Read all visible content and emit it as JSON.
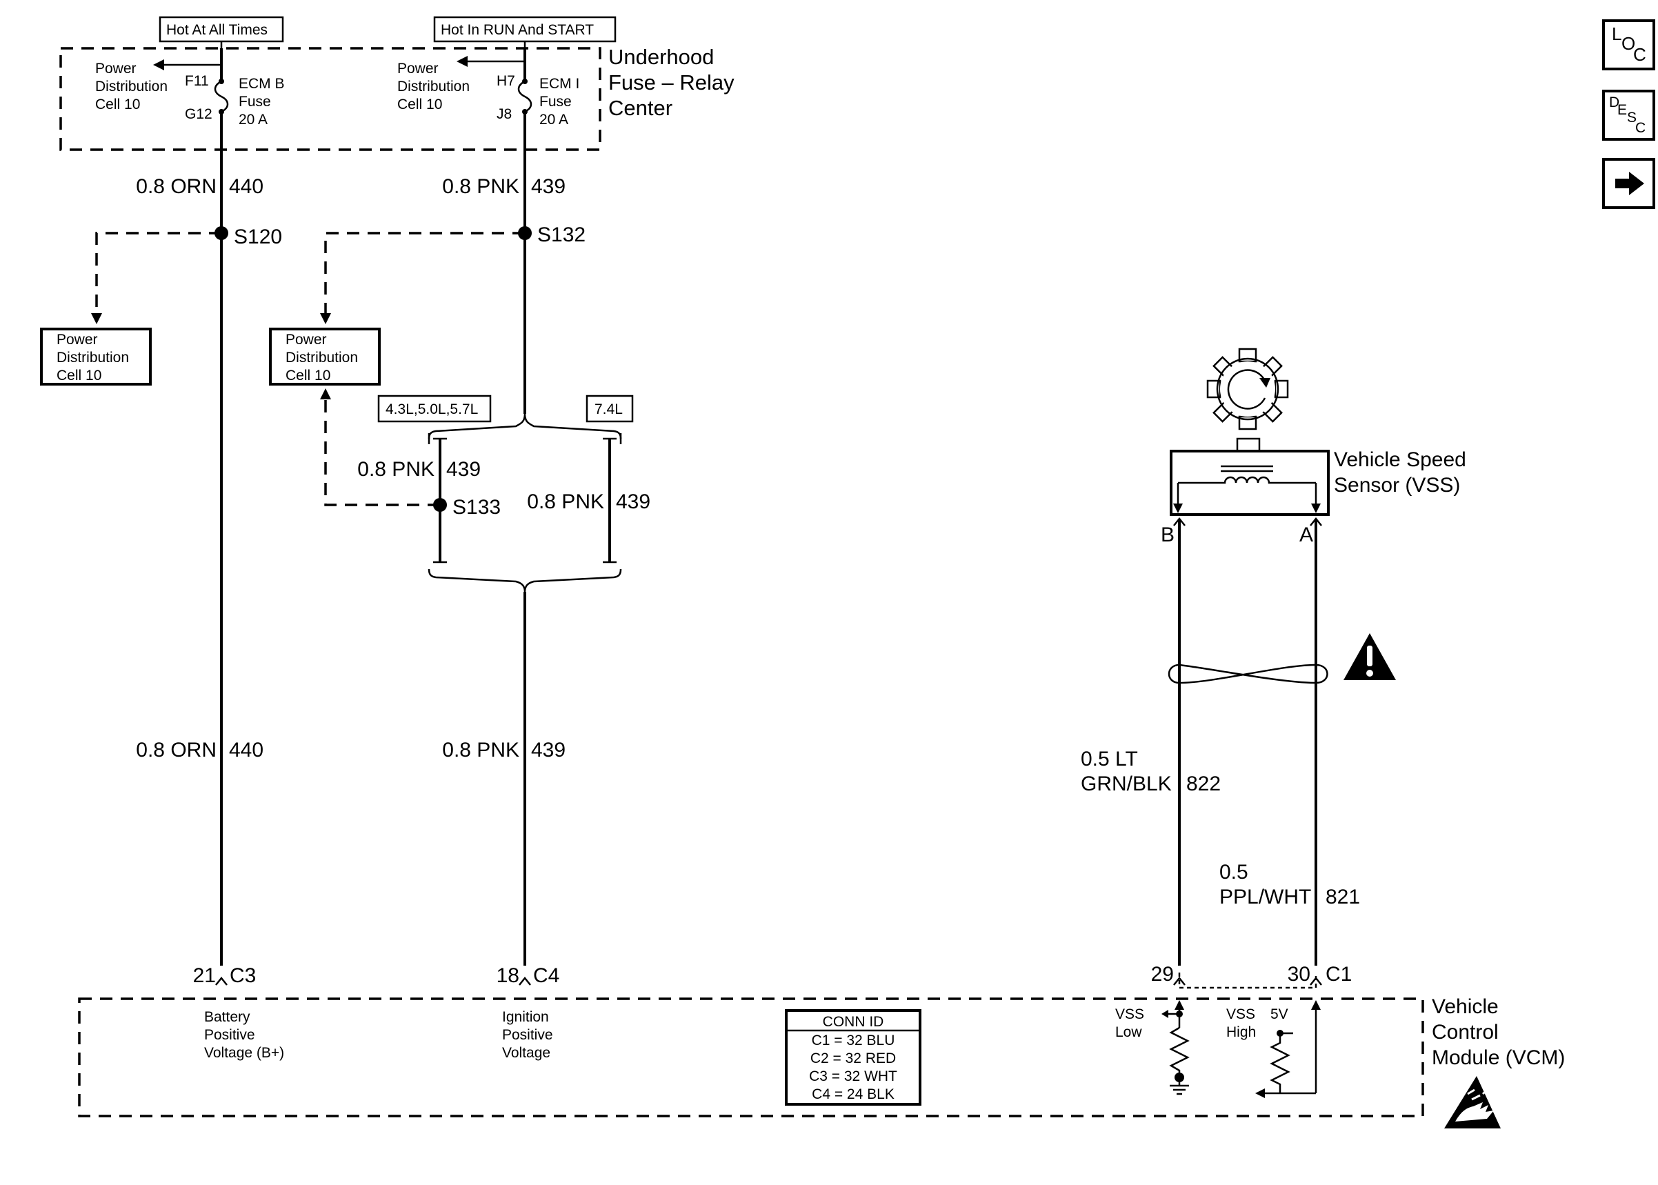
{
  "header_labels": {
    "hot_at_all_times": "Hot At All Times",
    "hot_in_run_start": "Hot In RUN And START"
  },
  "fuse_block": {
    "title_line1": "Underhood",
    "title_line2": "Fuse – Relay",
    "title_line3": "Center",
    "left": {
      "pd_line1": "Power",
      "pd_line2": "Distribution",
      "pd_line3": "Cell 10",
      "pin_top": "F11",
      "pin_bottom": "G12",
      "fuse_line1": "ECM B",
      "fuse_line2": "Fuse",
      "fuse_line3": "20 A"
    },
    "right": {
      "pd_line1": "Power",
      "pd_line2": "Distribution",
      "pd_line3": "Cell 10",
      "pin_top": "H7",
      "pin_bottom": "J8",
      "fuse_line1": "ECM I",
      "fuse_line2": "Fuse",
      "fuse_line3": "20 A"
    }
  },
  "wires": {
    "orn_upper_gauge": "0.8 ORN",
    "orn_upper_num": "440",
    "pnk_upper_gauge": "0.8 PNK",
    "pnk_upper_num": "439",
    "pnk_left_gauge": "0.8 PNK",
    "pnk_left_num": "439",
    "pnk_right_gauge": "0.8 PNK",
    "pnk_right_num": "439",
    "orn_lower_gauge": "0.8 ORN",
    "orn_lower_num": "440",
    "pnk_lower_gauge": "0.8 PNK",
    "pnk_lower_num": "439",
    "grn_gauge_line1": "0.5 LT",
    "grn_gauge_line2": "GRN/BLK",
    "grn_num": "822",
    "ppl_gauge_line1": "0.5",
    "ppl_gauge_line2": "PPL/WHT",
    "ppl_num": "821"
  },
  "splices": {
    "s120": "S120",
    "s132": "S132",
    "s133": "S133"
  },
  "pd_boxes": {
    "left": {
      "line1": "Power",
      "line2": "Distribution",
      "line3": "Cell 10"
    },
    "right": {
      "line1": "Power",
      "line2": "Distribution",
      "line3": "Cell 10"
    }
  },
  "engine_options": {
    "small": "4.3L,5.0L,5.7L",
    "large": "7.4L"
  },
  "vss": {
    "title_line1": "Vehicle Speed",
    "title_line2": "Sensor (VSS)",
    "pin_b": "B",
    "pin_a": "A"
  },
  "connectors": {
    "c3_pin": "21",
    "c3_name": "C3",
    "c4_pin": "18",
    "c4_name": "C4",
    "c1_pin_left": "29",
    "c1_pin_right": "30",
    "c1_name": "C1"
  },
  "vcm": {
    "title_line1": "Vehicle",
    "title_line2": "Control",
    "title_line3": "Module (VCM)",
    "batt_line1": "Battery",
    "batt_line2": "Positive",
    "batt_line3": "Voltage (B+)",
    "ign_line1": "Ignition",
    "ign_line2": "Positive",
    "ign_line3": "Voltage",
    "vss_low_line1": "VSS",
    "vss_low_line2": "Low",
    "vss_high_line1": "VSS",
    "vss_high_line2": "High",
    "five_v": "5V"
  },
  "conn_id": {
    "title": "CONN ID",
    "rows": [
      "C1 = 32 BLU",
      "C2 = 32 RED",
      "C3 = 32 WHT",
      "C4 = 24 BLK"
    ]
  },
  "side_buttons": {
    "loc_a": "L",
    "loc_b": "O",
    "loc_c": "C",
    "desc_a": "D",
    "desc_b": "E",
    "desc_c": "S",
    "desc_d": "C",
    "next_icon": "arrow-right-icon"
  },
  "icons": [
    "gear-icon",
    "warning-icon",
    "esd-icon",
    "ground-icon",
    "arrow-right-icon"
  ]
}
